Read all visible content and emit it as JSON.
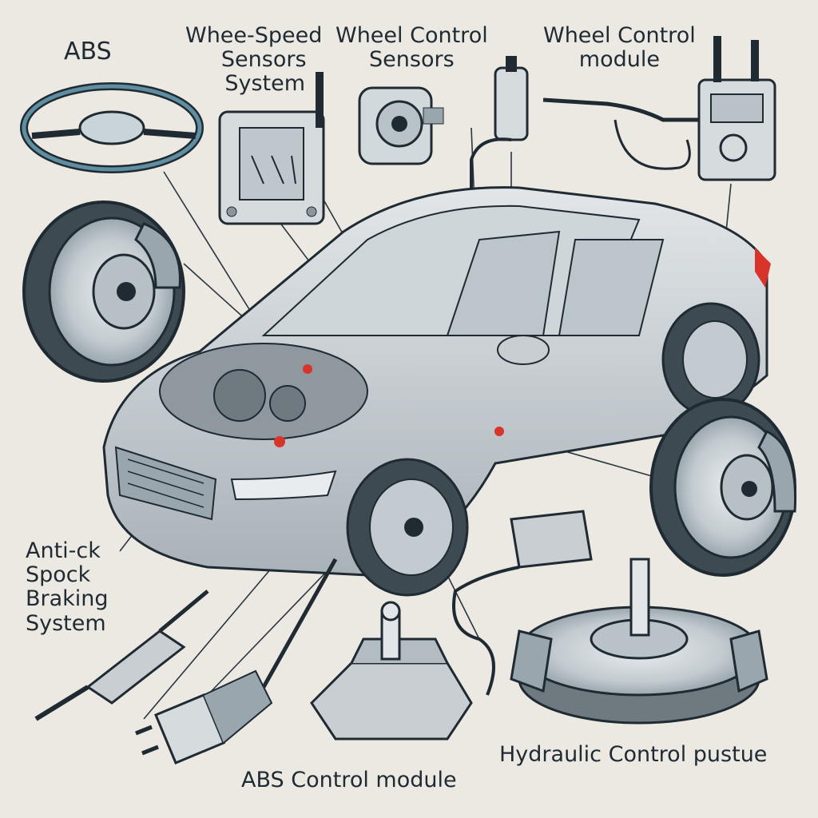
{
  "labels": {
    "abs": "ABS",
    "wheel_speed_sensors": [
      "Whee-Speed",
      "Sensors",
      "System"
    ],
    "wheel_control_sensors": [
      "Wheel Control",
      "Sensors"
    ],
    "wheel_control_module": [
      "Wheel Control",
      "module"
    ],
    "anti_lock_system": [
      "Anti-ck",
      "Spock",
      "Braking",
      "System"
    ],
    "abs_control_module": "ABS Control module",
    "hydraulic_control": "Hydraulic Control pustue"
  },
  "colors": {
    "background": "#ece9e2",
    "ink": "#1f2a33",
    "teal": "#5f8ea0",
    "body_gray": "#c9ced2",
    "accent_red": "#d8342c"
  }
}
